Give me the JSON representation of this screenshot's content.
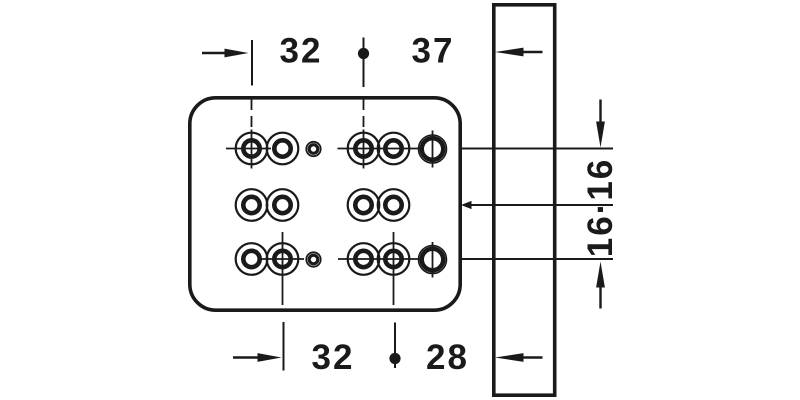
{
  "page": {
    "background": "#ffffff",
    "line_color": "#1a1a1a"
  },
  "drawing": {
    "kind": "drilling-dimension-diagram",
    "dim_top_left": "32",
    "dim_top_right": "37",
    "dim_bottom_left": "32",
    "dim_bottom_right": "28",
    "dim_right_vertical": "16·16"
  }
}
